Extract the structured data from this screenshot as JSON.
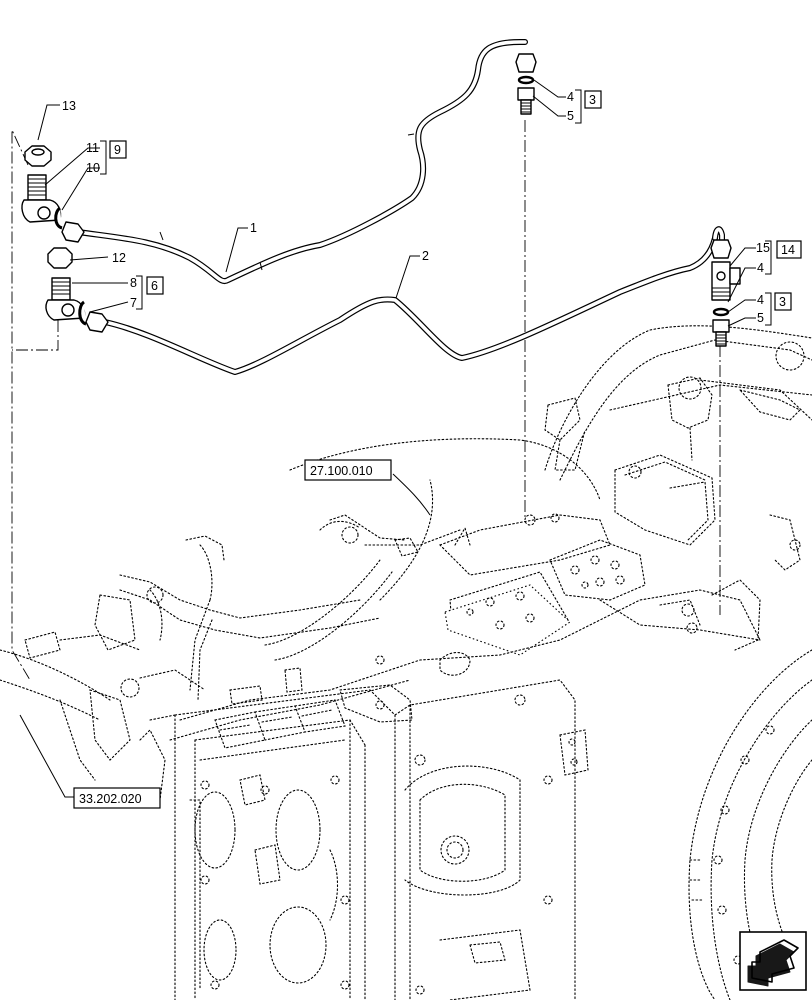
{
  "callouts": {
    "c1": "1",
    "c2": "2",
    "c3a": "3",
    "c3b": "3",
    "c4a": "4",
    "c4b": "4",
    "c4c": "4",
    "c5a": "5",
    "c5b": "5",
    "c6": "6",
    "c7": "7",
    "c8": "8",
    "c9": "9",
    "c10": "10",
    "c11": "11",
    "c12": "12",
    "c13": "13",
    "c14": "14",
    "c15": "15"
  },
  "references": {
    "ref_left": "33.202.020",
    "ref_center": "27.100.010"
  },
  "icons": {
    "navigation": "next-page-arrow-icon"
  }
}
